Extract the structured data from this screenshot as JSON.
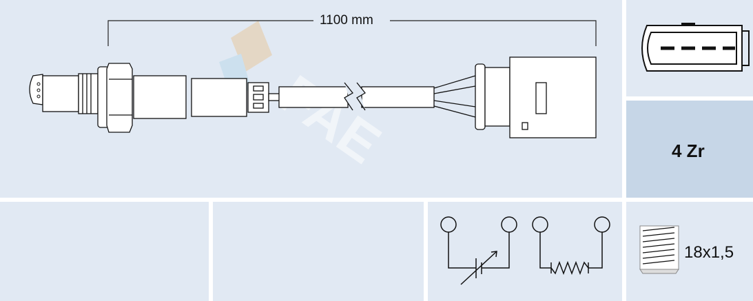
{
  "product": {
    "cable_length": "1100 mm",
    "connector_pins": 4,
    "sensor_type": "4 Zr",
    "thread": "18x1,5",
    "watermark": "FAE"
  },
  "colors": {
    "panel_bg": "#e1e9f3",
    "highlight_bg": "#c6d6e7",
    "divider": "#ffffff"
  },
  "icons": [
    "lambda-sensor-drawing",
    "connector-4-pin-icon",
    "variable-capacitor-symbol",
    "heater-resistor-symbol",
    "thread-icon"
  ]
}
